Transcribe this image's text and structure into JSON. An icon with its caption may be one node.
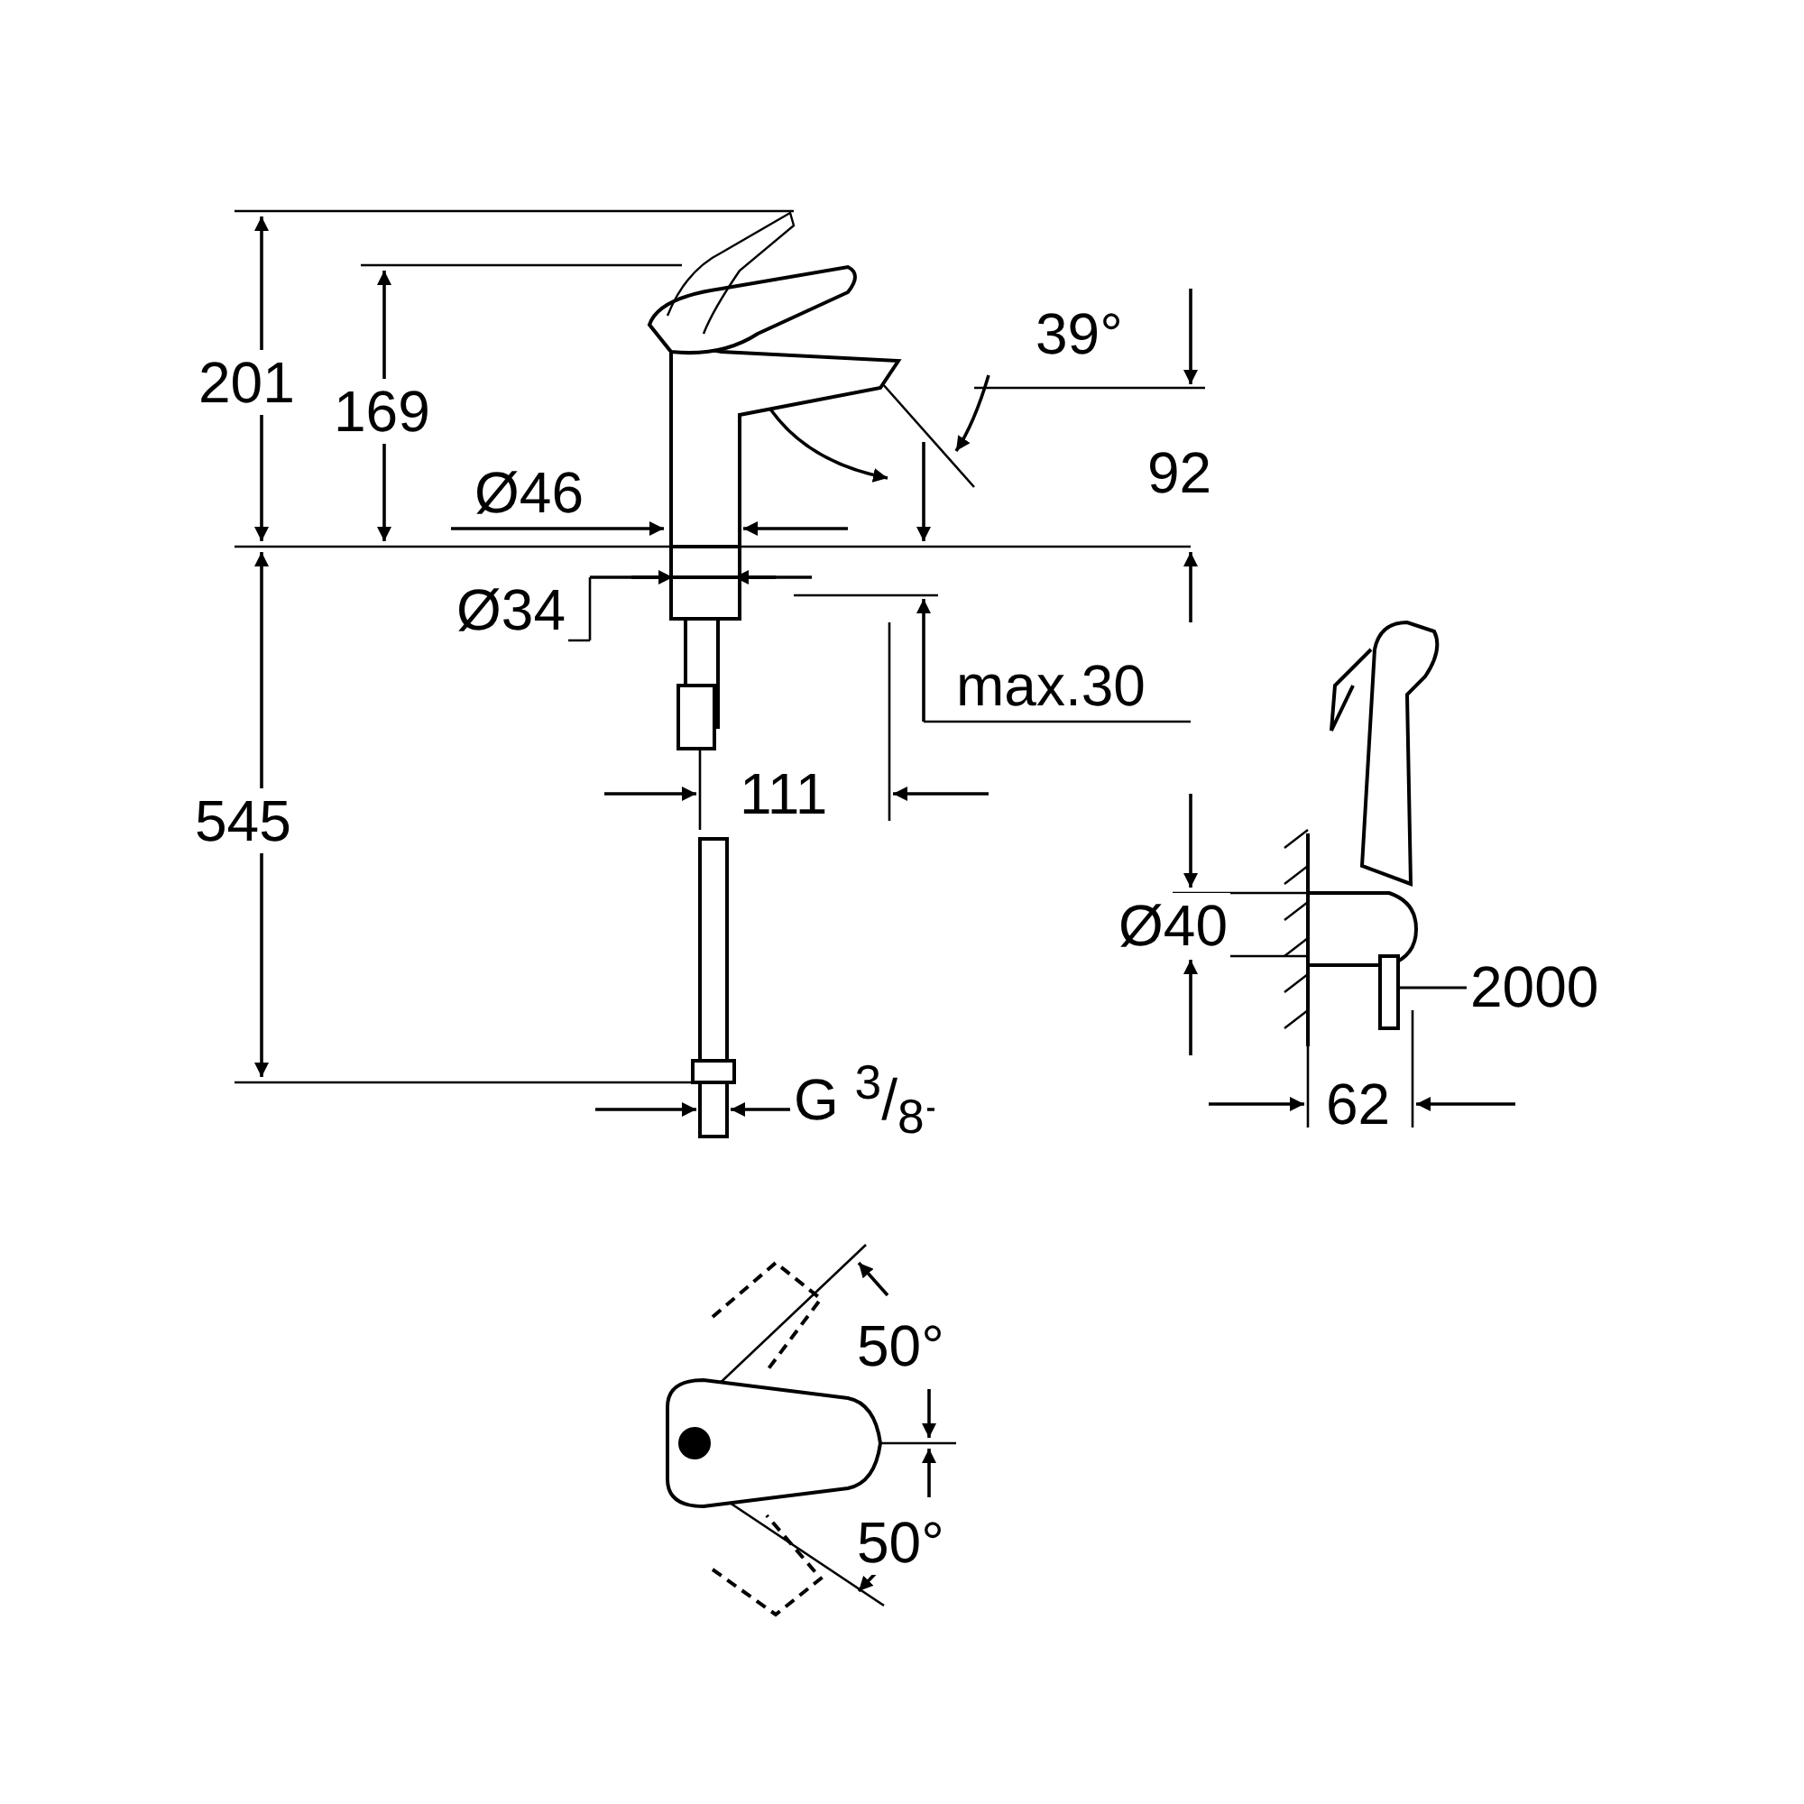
{
  "diagram": {
    "nodes": [
      {
        "text": [
          "2000"
        ]
      },
      {
        "text": [],
        "shape": "picture"
      }
    ],
    "edges": [
      {
        "from": 0,
        "to": 1,
        "arrow": "none"
      }
    ],
    "labels": [
      "201",
      "169",
      "39°",
      "92",
      "Ø46",
      "Ø34",
      "max.30",
      "545",
      "111",
      "G $^{3}$/$_{8}$",
      "Ø40",
      "62",
      "50°",
      "50°"
    ]
  }
}
